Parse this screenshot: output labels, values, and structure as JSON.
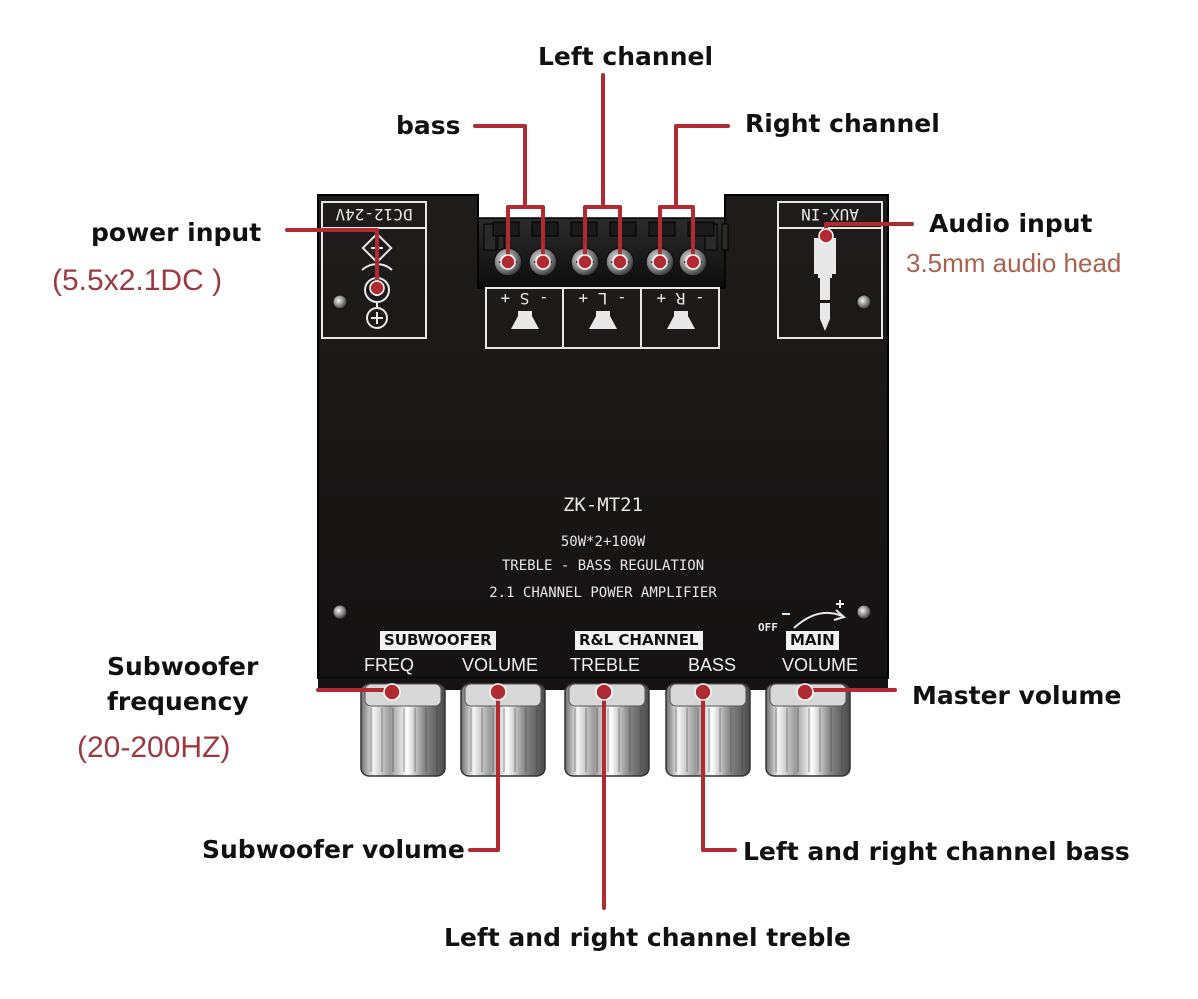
{
  "callouts": {
    "left_channel": "Left channel",
    "bass": "bass",
    "right_channel": "Right channel",
    "power_input": "power input",
    "power_input_spec": "(5.5x2.1DC    )",
    "audio_input": "Audio input",
    "audio_input_spec": "3.5mm audio head",
    "subwoofer_frequency_line1": "Subwoofer",
    "subwoofer_frequency_line2": "frequency",
    "subwoofer_frequency_spec": "(20-200HZ)",
    "master_volume": "Master volume",
    "subwoofer_volume": "Subwoofer volume",
    "lr_bass": "Left and right channel bass",
    "lr_treble": "Left and right channel treble"
  },
  "board": {
    "model": "ZK-MT21",
    "power_rating": "50W*2+100W",
    "feature": "TREBLE - BASS REGULATION",
    "description": "2.1 CHANNEL POWER AMPLIFIER",
    "dc_label": "DC12-24V",
    "aux_label": "AUX-IN",
    "terminal_labels": [
      "- S +",
      "- L +",
      "- R +"
    ],
    "group_subwoofer": "SUBWOOFER",
    "group_rl": "R&L CHANNEL",
    "group_main": "MAIN",
    "off_label": "OFF",
    "knob_labels": [
      "FREQ",
      "VOLUME",
      "TREBLE",
      "BASS",
      "VOLUME"
    ]
  },
  "colors": {
    "accent": "#b02a32",
    "board": "#1b1918",
    "silkscreen": "#e8e8e8"
  }
}
